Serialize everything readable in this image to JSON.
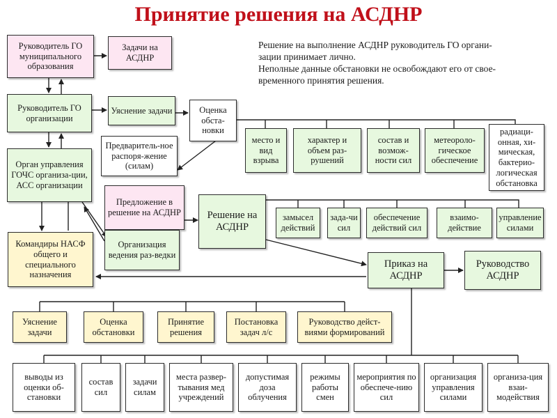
{
  "title": "Принятие решения на АСДНР",
  "note": {
    "line1": "Решение на выполнение АСДНР руководитель ГО органи-\nзации принимает лично.",
    "line2": "Неполные данные обстановки не освобождают его от свое-\nвременного принятия решения."
  },
  "nodes": {
    "head_mun": "Руководитель ГО муниципального образования",
    "tasks": "Задачи на АСДНР",
    "head_org": "Руководитель ГО организации",
    "clarify": "Уяснение задачи",
    "assess": "Оценка обста-новки",
    "prelim": "Предваритель-ное распоря-жение (силам)",
    "mgmt": "Орган управления ГОЧС организа-ции, АСС организации",
    "proposal": "Предложение в решение на АСДНР",
    "recon": "Организация ведения раз-ведки",
    "decision": "Решение на АСДНР",
    "order": "Приказ на АСДНР",
    "guidance": "Руководство АСДНР",
    "commanders": "Командиры НАСФ общего и специального назначения"
  },
  "assess_factors": [
    "место и вид взрыва",
    "характер и объем раз-рушений",
    "состав и возмож-ности сил",
    "метеороло-гическое обеспечение",
    "радиаци-онная, хи-мическая, бактерио-логическая обстановка"
  ],
  "decision_elements": [
    "замысел действий",
    "зада-чи сил",
    "обеспечение действий сил",
    "взаимо-действие",
    "управление силами"
  ],
  "steps": [
    "Уяснение задачи",
    "Оценка обстановки",
    "Принятие решения",
    "Постановка задач л/с",
    "Руководство дейст-виями формирований"
  ],
  "order_items": [
    "выводы из оценки об-становки",
    "состав сил",
    "задачи силам",
    "места развер-тывания мед учреждений",
    "допустимая доза облучения",
    "режимы работы смен",
    "мероприятия по обеспече-нию сил",
    "организация управления силами",
    "организа-ция взаи-модействия"
  ]
}
